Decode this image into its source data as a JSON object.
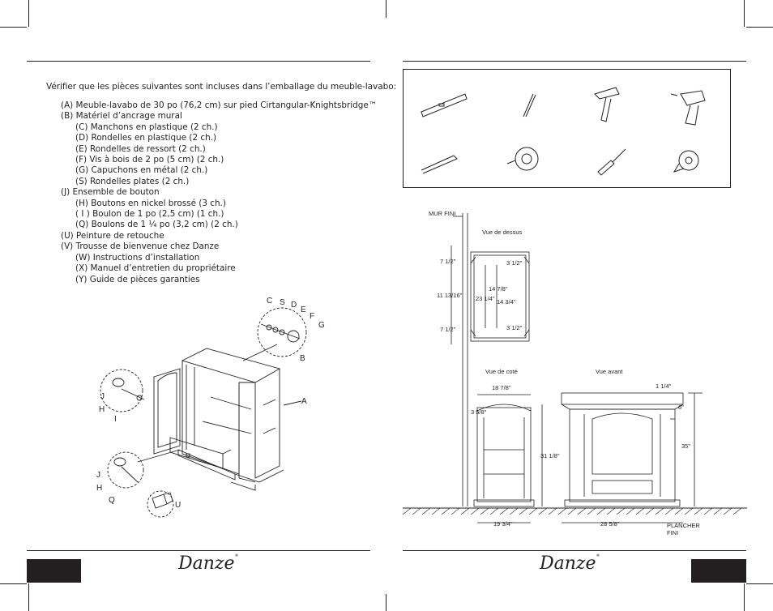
{
  "intro": "Vérifier que les pièces suivantes sont incluses dans l’emballage du meuble-lavabo:",
  "parts": [
    {
      "key": "A",
      "text": " Meuble-lavabo de 30 po (76,2 cm) sur pied Cirtangular-Knightsbridge™",
      "sub": false
    },
    {
      "key": "B",
      "text": " Matériel d’ancrage mural",
      "sub": false
    },
    {
      "key": "C",
      "text": " Manchons en plastique (2 ch.)",
      "sub": true
    },
    {
      "key": "D",
      "text": " Rondelles en plastique (2 ch.)",
      "sub": true
    },
    {
      "key": "E",
      "text": " Rondelles de ressort (2 ch.)",
      "sub": true
    },
    {
      "key": "F",
      "text": "  Vis à bois de 2 po (5 cm) (2 ch.)",
      "sub": true
    },
    {
      "key": "G",
      "text": " Capuchons en métal (2 ch.)",
      "sub": true
    },
    {
      "key": "S",
      "text": " Rondelles plates (2 ch.)",
      "sub": true
    },
    {
      "key": "J",
      "text": " Ensemble de bouton",
      "sub": false
    },
    {
      "key": "H",
      "text": " Boutons en nickel brossé (3 ch.)",
      "sub": true
    },
    {
      "key": " I ",
      "text": " Boulon de 1 po (2,5 cm) (1 ch.)",
      "sub": true
    },
    {
      "key": "Q",
      "text": " Boulons de 1 ¼ po (3,2 cm) (2 ch.)",
      "sub": true
    },
    {
      "key": "U",
      "text": " Peinture de retouche",
      "sub": false
    },
    {
      "key": "V",
      "text": " Trousse de bienvenue chez Danze",
      "sub": false
    },
    {
      "key": "W",
      "text": " Instructions d’installation",
      "sub": true
    },
    {
      "key": "X",
      "text": " Manuel d’entretien du propriétaire",
      "sub": true
    },
    {
      "key": "Y",
      "text": " Guide de pièces garanties",
      "sub": true
    }
  ],
  "exploded_labels": {
    "C": "C",
    "S": "S",
    "D": "D",
    "E": "E",
    "F": "F",
    "G": "G",
    "B": "B",
    "A": "A",
    "J1": "J",
    "H1": "H",
    "I": "I",
    "J2": "J",
    "H2": "H",
    "Q": "Q",
    "U": "U"
  },
  "tool_icons": [
    "level-icon",
    "pencil-icon",
    "hammer-icon",
    "drill-icon",
    "drill-bit-icon",
    "hole-saw-icon",
    "screwdriver-icon",
    "tape-measure-icon"
  ],
  "dims": {
    "wall": "MUR FINI",
    "top_view": "Vue de dessus",
    "side_view": "Vue de coté",
    "front_view": "Vue avant",
    "floor_line1": "PLANCHER",
    "floor_line2": "FINI",
    "d_7a": "7 1/2\"",
    "d_11": "11 13/16\"",
    "d_7b": "7 1/2\"",
    "d_3a": "3 1/2\"",
    "d_14a": "14 7/8\"",
    "d_23": "23 1/4\"",
    "d_14b": "14 3/4\"",
    "d_3b": "3 1/2\"",
    "d_18": "18 7/8\"",
    "d_3c": "3 5/8\"",
    "d_31": "31 1/8\"",
    "d_19": "19 3/4\"",
    "d_28": "28 5/8\"",
    "d_1": "1 1/4\"",
    "d_6": "6\"",
    "d_35": "35\""
  },
  "brand": "Danze",
  "brand_mark": "®"
}
